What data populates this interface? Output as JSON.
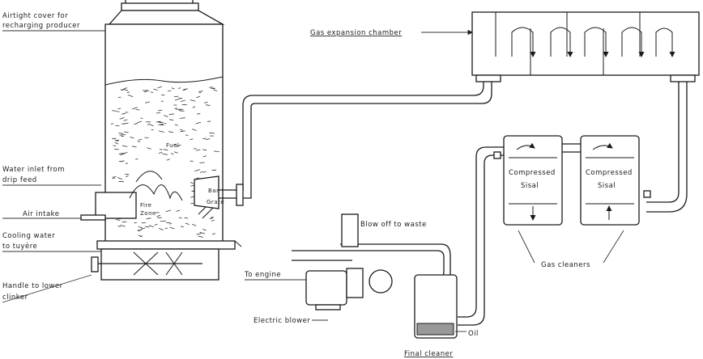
{
  "labels": {
    "airtight_cover": "Airtight cover for",
    "airtight_cover_2": "recharging producer",
    "gas_expansion": "Gas expansion chamber",
    "fuel": "Fuel",
    "water_inlet": "Water inlet from",
    "water_inlet_2": "drip feed",
    "bar": "Bar",
    "grate": "Grate",
    "air_intake": "Air intake",
    "fire_zone": "Fire",
    "fire_zone_2": "Zone",
    "cooling_water": "Cooling water",
    "cooling_water_2": "to tuyère",
    "handle_lower": "Handle to lower",
    "handle_lower_2": "clinker",
    "blow_off": "Blow off to waste",
    "to_engine": "To engine",
    "electric_blower": "Electric blower",
    "compressed_1": "Compressed",
    "sisal_1": "Sisal",
    "compressed_2": "Compressed",
    "sisal_2": "Sisal",
    "gas_cleaners": "Gas cleaners",
    "oil": "Oil",
    "final_cleaner": "Final cleaner"
  }
}
